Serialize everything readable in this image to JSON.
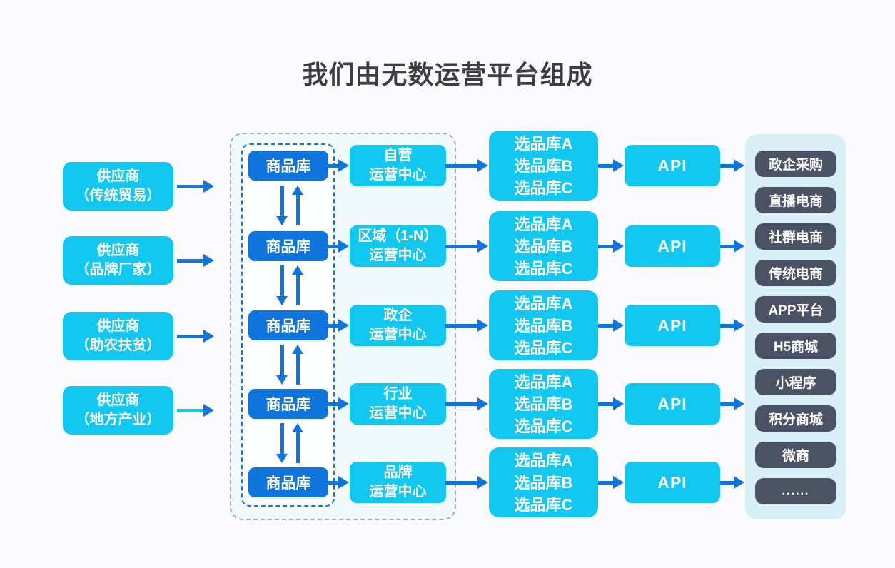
{
  "title": "我们由无数运营平台组成",
  "suppliers": [
    {
      "line1": "供应商",
      "line2": "（传统贸易）"
    },
    {
      "line1": "供应商",
      "line2": "（品牌厂家）"
    },
    {
      "line1": "供应商",
      "line2": "（助农扶贫）"
    },
    {
      "line1": "供应商",
      "line2": "（地方产业）"
    }
  ],
  "rows": [
    {
      "product_library": "商品库",
      "op_line1": "自营",
      "op_line2": "运营中心",
      "sel_a": "选品库A",
      "sel_b": "选品库B",
      "sel_c": "选品库C",
      "api": "API"
    },
    {
      "product_library": "商品库",
      "op_line1": "区域（1-N）",
      "op_line2": "运营中心",
      "sel_a": "选品库A",
      "sel_b": "选品库B",
      "sel_c": "选品库C",
      "api": "API"
    },
    {
      "product_library": "商品库",
      "op_line1": "政企",
      "op_line2": "运营中心",
      "sel_a": "选品库A",
      "sel_b": "选品库B",
      "sel_c": "选品库C",
      "api": "API"
    },
    {
      "product_library": "商品库",
      "op_line1": "行业",
      "op_line2": "运营中心",
      "sel_a": "选品库A",
      "sel_b": "选品库B",
      "sel_c": "选品库C",
      "api": "API"
    },
    {
      "product_library": "商品库",
      "op_line1": "品牌",
      "op_line2": "运营中心",
      "sel_a": "选品库A",
      "sel_b": "选品库B",
      "sel_c": "选品库C",
      "api": "API"
    }
  ],
  "channels": [
    "政企采购",
    "直播电商",
    "社群电商",
    "传统电商",
    "APP平台",
    "H5商城",
    "小程序",
    "积分商城",
    "微商",
    "......"
  ],
  "colors": {
    "cyan_box": "#12C7F0",
    "blue_box": "#0F74DB",
    "dark_channel_box": "#4A5263",
    "right_panel_fill": "#D9EFF8",
    "group_fill": "#F0F9FC",
    "inner_group_fill": "#FCFEFF",
    "outer_dash_border": "#A6ACB4",
    "inner_dash_border": "#1573DB",
    "arrow_blue": "#0F74DB",
    "arrow_cyan": "#12C7F0",
    "title_text": "#3D3D42",
    "background": "#FBFBFE"
  }
}
